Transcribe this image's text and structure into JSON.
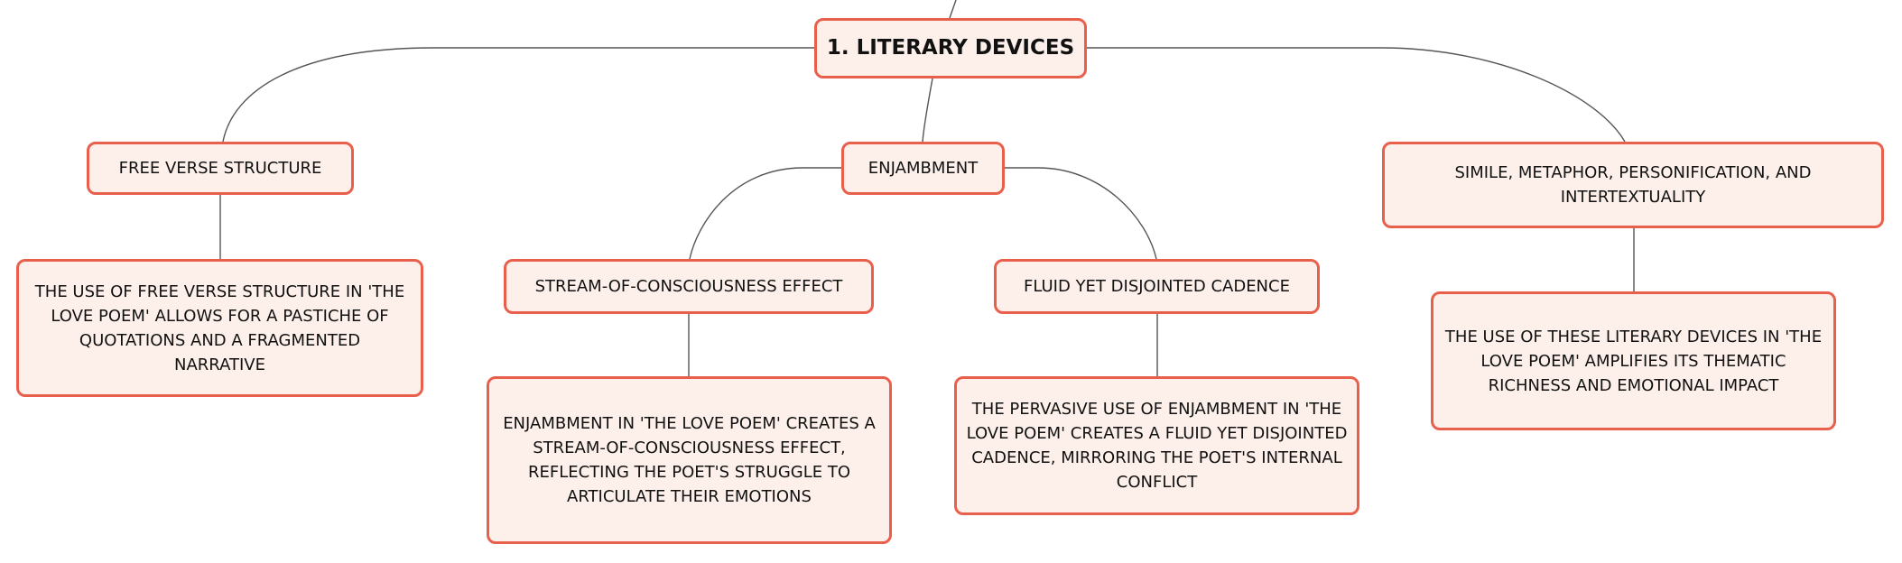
{
  "diagram": {
    "type": "mind-map",
    "colors": {
      "node_fill": "#fdf0ea",
      "node_border": "#e8604c",
      "connector": "#555555",
      "text": "#111111"
    },
    "root": {
      "label": "1. LITERARY DEVICES"
    },
    "branches": [
      {
        "label": "FREE VERSE STRUCTURE",
        "detail": "THE USE OF FREE VERSE STRUCTURE IN 'THE LOVE POEM' ALLOWS FOR A PASTICHE OF QUOTATIONS AND A FRAGMENTED NARRATIVE"
      },
      {
        "label": "ENJAMBMENT",
        "children": [
          {
            "label": "STREAM-OF-CONSCIOUSNESS EFFECT",
            "detail": "ENJAMBMENT IN 'THE LOVE POEM' CREATES A STREAM-OF-CONSCIOUSNESS EFFECT, REFLECTING THE POET'S STRUGGLE TO ARTICULATE THEIR EMOTIONS"
          },
          {
            "label": "FLUID YET DISJOINTED CADENCE",
            "detail": "THE PERVASIVE USE OF ENJAMBMENT IN 'THE LOVE POEM' CREATES A FLUID YET DISJOINTED CADENCE, MIRRORING THE POET'S INTERNAL CONFLICT"
          }
        ]
      },
      {
        "label": "SIMILE, METAPHOR, PERSONIFICATION, AND INTERTEXTUALITY",
        "detail": "THE USE OF THESE LITERARY DEVICES IN 'THE LOVE POEM' AMPLIFIES ITS THEMATIC RICHNESS AND EMOTIONAL IMPACT"
      }
    ]
  }
}
